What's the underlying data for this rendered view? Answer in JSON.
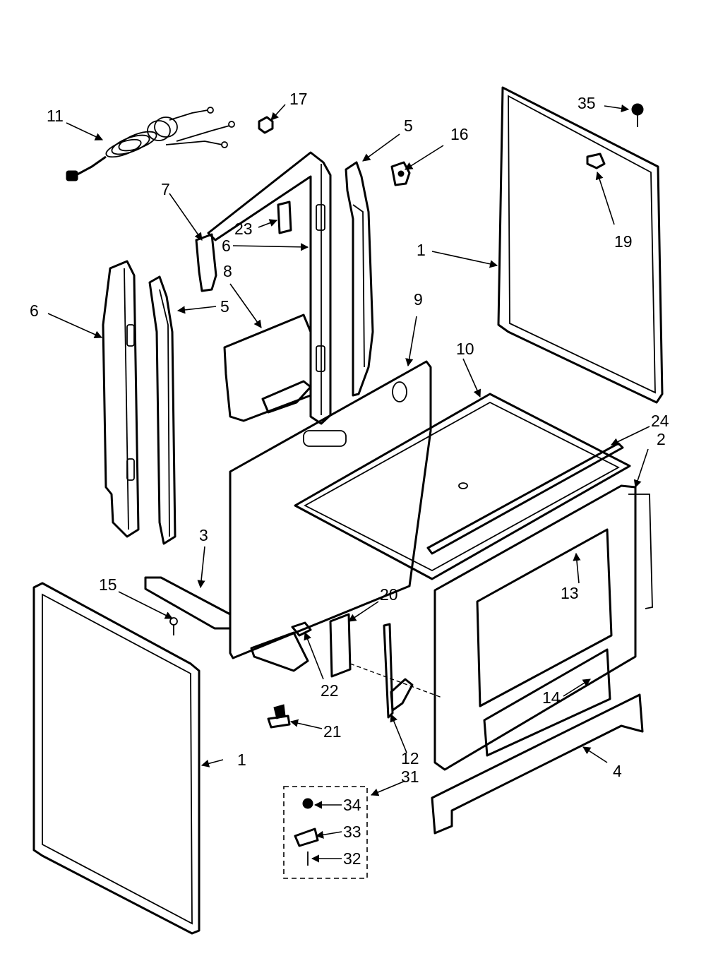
{
  "callouts": {
    "c11": "11",
    "c17": "17",
    "c5_top": "5",
    "c16": "16",
    "c35": "35",
    "c7": "7",
    "c23": "23",
    "c6_mid": "6",
    "c8": "8",
    "c19": "19",
    "c1_top": "1",
    "c6_left": "6",
    "c5_left": "5",
    "c9": "9",
    "c10": "10",
    "c24": "24",
    "c2": "2",
    "c3": "3",
    "c13": "13",
    "c15": "15",
    "c20": "20",
    "c22": "22",
    "c14": "14",
    "c21": "21",
    "c1_bottom": "1",
    "c12": "12",
    "c31": "31",
    "c4": "4",
    "c34": "34",
    "c33": "33",
    "c32": "32"
  }
}
